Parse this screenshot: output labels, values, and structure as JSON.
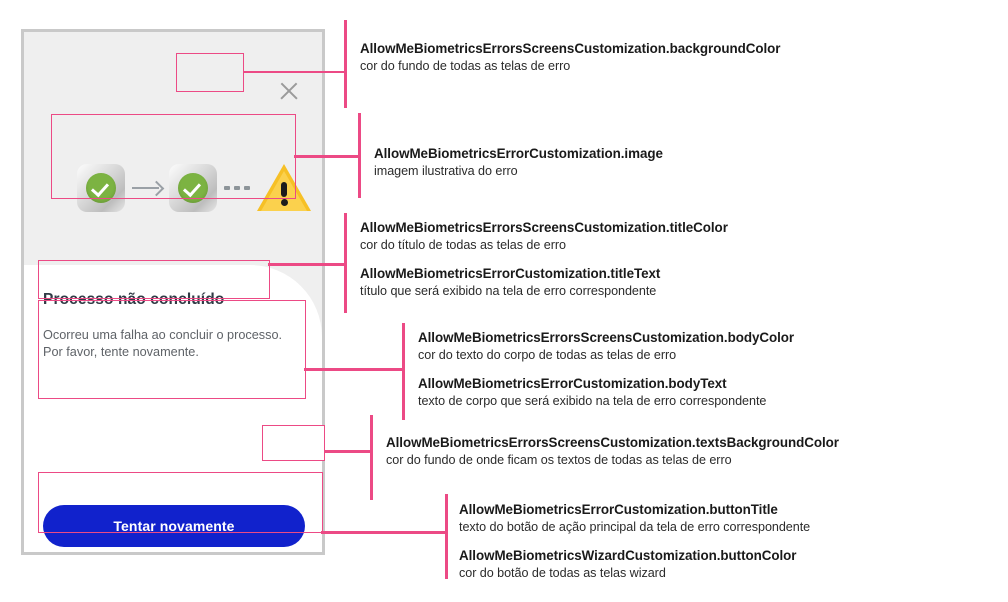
{
  "phone": {
    "close_icon": "close-icon",
    "illustration": {
      "name": "error-illustration",
      "parts": [
        "document-check-tile",
        "arrow-right-icon",
        "document-check-tile",
        "dashed-line-icon",
        "warning-triangle-icon"
      ]
    },
    "title": "Processo não concluído",
    "body": "Ocorreu uma falha ao concluir o processo. Por favor, tente novamente.",
    "button_label": "Tentar novamente",
    "colors": {
      "background": "#efefef",
      "texts_background": "#ffffff",
      "title": "#303a45",
      "body": "#5f6368",
      "button": "#1122cc",
      "button_text": "#ffffff",
      "frame_border": "#c9c9c9"
    }
  },
  "annotation_color": "#ec4a85",
  "annotations": [
    {
      "id": "background-color",
      "groups": [
        {
          "api": "AllowMeBiometricsErrorsScreensCustomization.backgroundColor",
          "desc": "cor do fundo de todas as telas de erro"
        }
      ]
    },
    {
      "id": "image",
      "groups": [
        {
          "api": "AllowMeBiometricsErrorCustomization.image",
          "desc": "imagem ilustrativa do erro"
        }
      ]
    },
    {
      "id": "title",
      "groups": [
        {
          "api": "AllowMeBiometricsErrorsScreensCustomization.titleColor",
          "desc": "cor do título de todas as telas de erro"
        },
        {
          "api": "AllowMeBiometricsErrorCustomization.titleText",
          "desc": "título que será exibido na tela de erro correspondente"
        }
      ]
    },
    {
      "id": "body",
      "groups": [
        {
          "api": "AllowMeBiometricsErrorsScreensCustomization.bodyColor",
          "desc": "cor do texto do corpo de todas as telas de erro"
        },
        {
          "api": "AllowMeBiometricsErrorCustomization.bodyText",
          "desc": "texto de corpo que será exibido na tela de erro correspondente"
        }
      ]
    },
    {
      "id": "texts-background-color",
      "groups": [
        {
          "api": "AllowMeBiometricsErrorsScreensCustomization.textsBackgroundColor",
          "desc": "cor do fundo de onde ficam os textos de todas as telas de erro"
        }
      ]
    },
    {
      "id": "button",
      "groups": [
        {
          "api": "AllowMeBiometricsErrorCustomization.buttonTitle",
          "desc": "texto do botão de ação principal da tela de erro correspondente"
        },
        {
          "api": "AllowMeBiometricsWizardCustomization.buttonColor",
          "desc": "cor do botão de todas as telas wizard"
        }
      ]
    }
  ]
}
